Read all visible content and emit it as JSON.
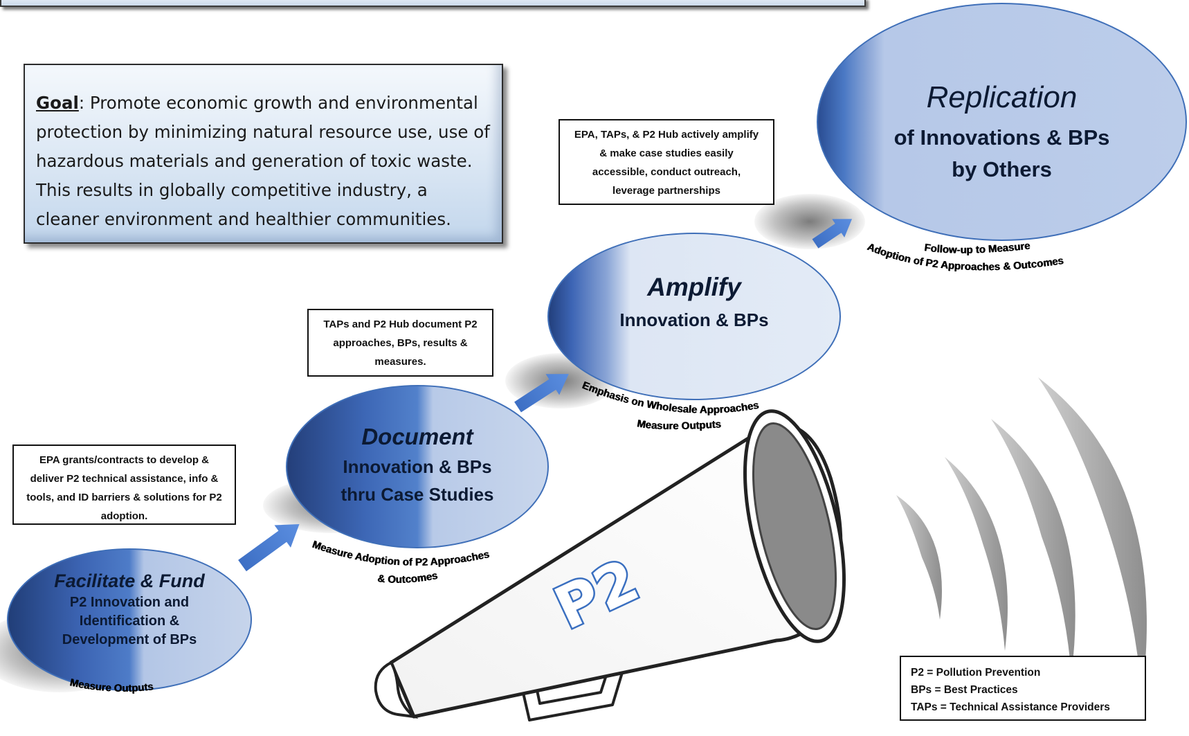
{
  "goal": {
    "label": "Goal",
    "text": ":  Promote economic growth and environmental protection by minimizing natural resource use, use of hazardous materials and generation of toxic waste. This results in globally competitive industry, a cleaner environment and healthier communities."
  },
  "steps": [
    {
      "title": "Facilitate & Fund",
      "lines": [
        "P2 Innovation and",
        "Identification &",
        "Development of BPs"
      ],
      "note": "EPA grants/contracts to develop & deliver P2 technical assistance, info & tools, and ID barriers & solutions for P2 adoption.",
      "caption": "Measure Outputs"
    },
    {
      "title": "Document",
      "lines": [
        "Innovation & BPs",
        "thru Case Studies"
      ],
      "note": "TAPs and P2 Hub document P2 approaches, BPs, results & measures.",
      "caption_line1": "Measure Adoption of P2 Approaches",
      "caption_line2": "& Outcomes"
    },
    {
      "title": "Amplify",
      "lines": [
        "Innovation & BPs"
      ],
      "note": "EPA, TAPs, & P2 Hub actively amplify & make case studies easily accessible, conduct outreach, leverage partnerships",
      "caption_line1": "Emphasis on Wholesale Approaches",
      "caption_line2": "Measure Outputs"
    },
    {
      "title": "Replication",
      "lines": [
        "of Innovations & BPs",
        "by Others"
      ],
      "caption_line1": "Follow-up to Measure",
      "caption_line2": "Adoption of P2 Approaches & Outcomes"
    }
  ],
  "megaphone_text": "P2",
  "legend": [
    "P2 = Pollution Prevention",
    "BPs = Best Practices",
    "TAPs = Technical Assistance Providers"
  ],
  "colors": {
    "circle_dark": "#2b4d8f",
    "circle_light": "#c5d3ea",
    "arrow": "#4a7fd0",
    "megaphone_text": "#3a6fc0"
  }
}
